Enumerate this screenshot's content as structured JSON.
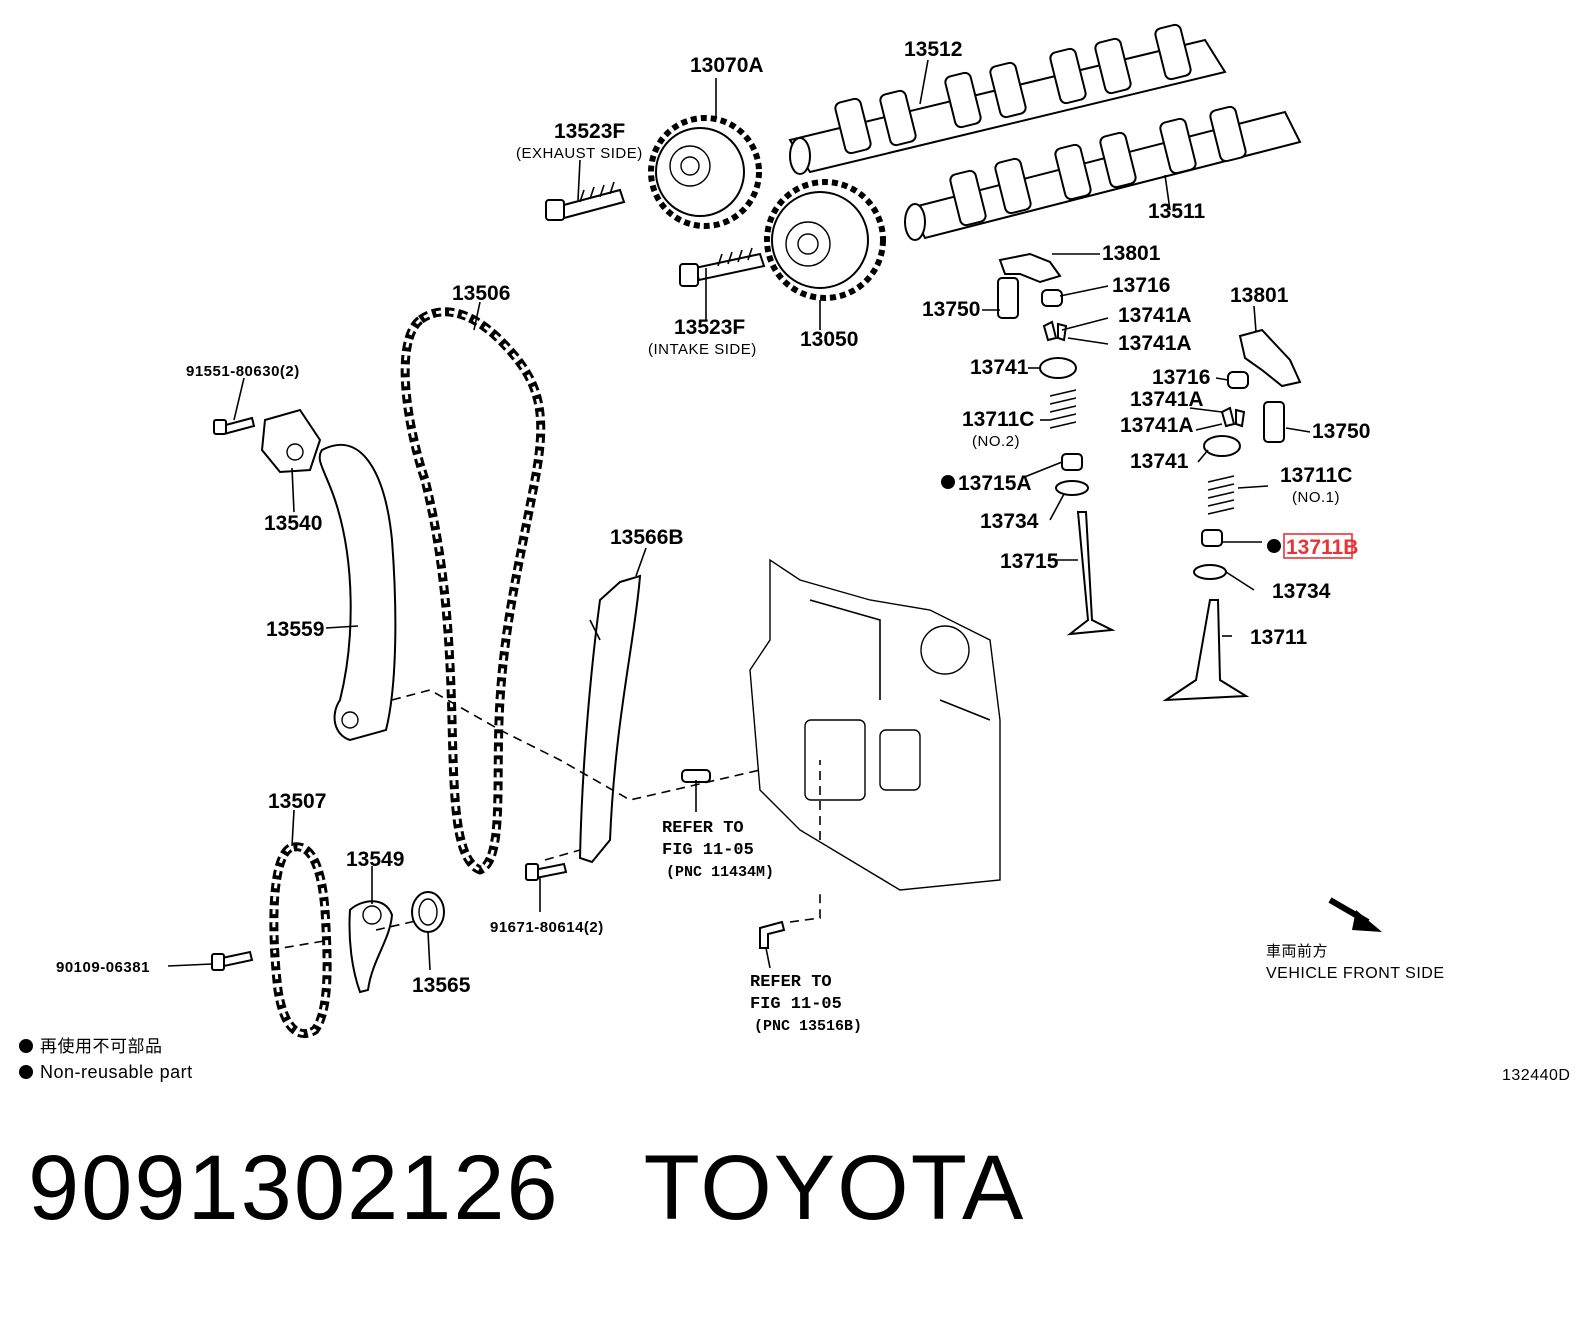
{
  "diagram": {
    "labels": {
      "p13070A": "13070A",
      "p13512": "13512",
      "p13523F_ex": "13523F",
      "exhaust_side": "(EXHAUST SIDE)",
      "p13511": "13511",
      "p13801_a": "13801",
      "p13716_a": "13716",
      "p13750_a": "13750",
      "p13741A_a": "13741A",
      "p13741A_b": "13741A",
      "p13523F_in": "13523F",
      "intake_side": "(INTAKE SIDE)",
      "p13050": "13050",
      "p13506": "13506",
      "p13801_b": "13801",
      "p13741_a": "13741",
      "p13716_b": "13716",
      "p13741A_c": "13741A",
      "p13741A_d": "13741A",
      "p13750_b": "13750",
      "p13711C_a": "13711C",
      "no2": "(NO.2)",
      "p91551": "91551-80630(2)",
      "p13741_b": "13741",
      "p13711C_b": "13711C",
      "no1": "(NO.1)",
      "p13715A": "13715A",
      "p13540": "13540",
      "p13734_a": "13734",
      "p13711B": "13711B",
      "p13566B": "13566B",
      "p13715": "13715",
      "p13734_b": "13734",
      "p13559": "13559",
      "p13711": "13711",
      "p13507": "13507",
      "refer1_line1": "REFER TO",
      "refer1_line2": "FIG 11-05",
      "refer1_line3": "(PNC 11434M)",
      "p13549": "13549",
      "p91671": "91671-80614(2)",
      "p90109": "90109-06381",
      "p13565": "13565",
      "refer2_line1": "REFER TO",
      "refer2_line2": "FIG 11-05",
      "refer2_line3": "(PNC 13516B)",
      "front_jp": "車両前方",
      "front_en": "VEHICLE FRONT SIDE",
      "legend_jp": "再使用不可部品",
      "legend_en": "Non-reusable part",
      "fig_code": "132440D"
    },
    "highlight_color": "#e8333a"
  },
  "footer": {
    "part_number": "9091302126",
    "brand": "TOYOTA"
  }
}
